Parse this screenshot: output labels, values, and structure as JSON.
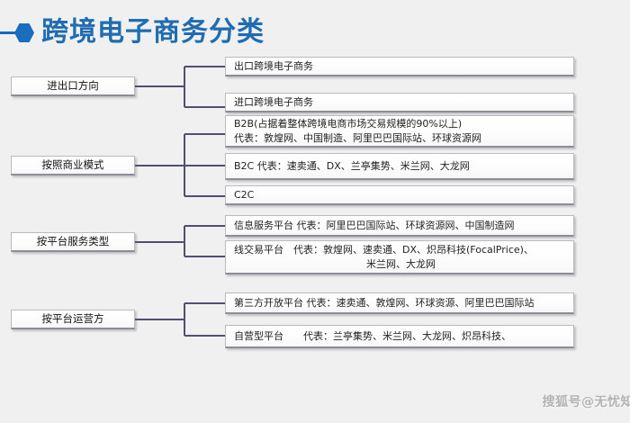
{
  "page": {
    "title": "跨境电子商务分类",
    "bullet_icon": "hexagon-icon",
    "background_color": "#f0f0f0",
    "title_color": "#1f6cb0",
    "accent_color": "#1b6dbd",
    "connector_color": "#50506e"
  },
  "watermark": {
    "text": "搜狐号@无忧知",
    "color": "#b3b3b3"
  },
  "groups": [
    {
      "id": "import-export-direction",
      "label": "进出口方向",
      "children": [
        {
          "id": "export-cross-border",
          "line1": "出口跨境电子商务",
          "line2": ""
        },
        {
          "id": "import-cross-border",
          "line1": "进口跨境电子商务",
          "line2": ""
        }
      ]
    },
    {
      "id": "by-business-model",
      "label": "按照商业模式",
      "children": [
        {
          "id": "b2b",
          "line1": "B2B(占据着整体跨境电商市场交易规模的90%以上)",
          "line2": "代表：敦煌网、中国制造、阿里巴巴国际站、环球资源网"
        },
        {
          "id": "b2c",
          "line1": "B2C  代表：速卖通、DX、兰亭集势、米兰网、大龙网",
          "line2": ""
        },
        {
          "id": "c2c",
          "line1": "C2C",
          "line2": ""
        }
      ]
    },
    {
      "id": "by-platform-service-type",
      "label": "按平台服务类型",
      "children": [
        {
          "id": "information-service-platform",
          "line1": "信息服务平台 代表：阿里巴巴国际站、环球资源网、中国制造网",
          "line2": ""
        },
        {
          "id": "online-trading-platform",
          "line1": "线交易平台　代表：敦煌网、速卖通、DX、炽昂科技(FocalPrice)、",
          "line2": "米兰网、大龙网"
        }
      ]
    },
    {
      "id": "by-platform-operator",
      "label": "按平台运营方",
      "children": [
        {
          "id": "third-party-open-platform",
          "line1": "第三方开放平台 代表：速卖通、敦煌网、环球资源、阿里巴巴国际站",
          "line2": ""
        },
        {
          "id": "self-operated-platform",
          "line1": "自营型平台　　代表：兰亭集势、米兰网、大龙网、炽昂科技、",
          "line2": ""
        }
      ]
    }
  ]
}
